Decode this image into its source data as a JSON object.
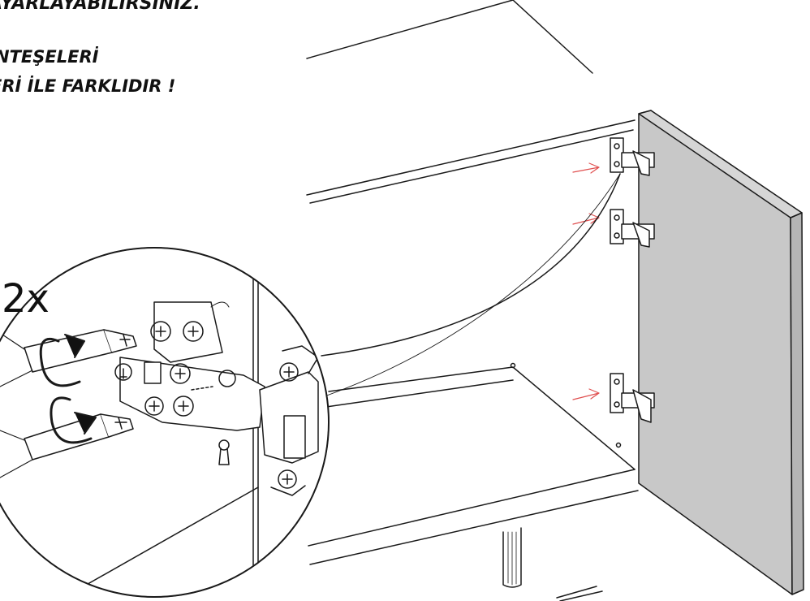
{
  "instructions": {
    "line1": "AYARLAYABİLİRSİNİZ.",
    "line2": "NTEŞELERİ",
    "line3": "ERİ İLE FARKLIDIR !"
  },
  "detail": {
    "count_label": "2x"
  },
  "colors": {
    "line": "#1a1a1a",
    "door_panel": "#c8c8c8",
    "door_edge": "#b5b5b5",
    "arrow": "#e05050",
    "background": "#ffffff"
  },
  "icons": [
    "hinge-icon",
    "screwdriver-icon",
    "rotation-arrow-icon",
    "red-arrow-icon"
  ]
}
